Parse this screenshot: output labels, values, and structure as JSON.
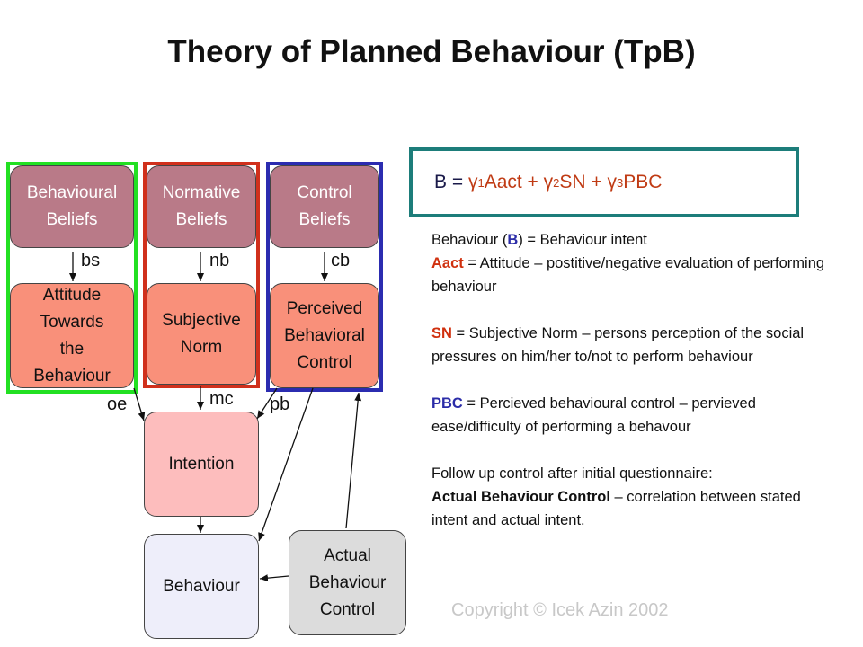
{
  "title": "Theory of Planned Behaviour (TpB)",
  "nodes": {
    "behavioural_beliefs": "Behavioural\nBeliefs",
    "normative_beliefs": "Normative\nBeliefs",
    "control_beliefs": "Control\nBeliefs",
    "attitude": "Attitude\nTowards\nthe\nBehaviour",
    "subjective_norm": "Subjective\nNorm",
    "perceived_control": "Perceived\nBehavioral\nControl",
    "intention": "Intention",
    "behaviour": "Behaviour",
    "actual_control": "Actual\nBehaviour\nControl"
  },
  "edge_labels": {
    "bs": "bs",
    "nb": "nb",
    "cb": "cb",
    "oe": "oe",
    "mc": "mc",
    "pb": "pb"
  },
  "equation": {
    "prefix": "B = ",
    "gamma": "γ",
    "sub1": "1",
    "term1": "Aact + ",
    "sub2": "2",
    "term2": "SN + ",
    "sub3": "3",
    "term3": "PBC"
  },
  "definitions": {
    "b_prefix": "Behaviour (",
    "b_term": "B",
    "b_text": ") = Behaviour intent",
    "aact_term": "Aact",
    "aact_text": " = Attitude – postitive/negative evaluation of performing behaviour",
    "sn_term": "SN",
    "sn_text": " = Subjective Norm – persons perception of the social pressures on him/her to/not to perform behaviour",
    "pbc_term": "PBC",
    "pbc_text": " = Percieved behavioural control – pervieved ease/difficulty of performing a behavour",
    "followup_text": "Follow up control after initial questionnaire:",
    "abc_term": "Actual Behaviour Control",
    "abc_text": " – correlation between stated intent and actual intent."
  },
  "copyright": "Copyright © Icek Azin 2002",
  "colors": {
    "belief_fill": "#b97a88",
    "middle_fill": "#f9907a",
    "intention_fill": "#fdbdbd",
    "behaviour_fill": "#eeeefa",
    "actual_fill": "#dcdcdc",
    "frame_attitude": "#22e022",
    "frame_norm": "#d0301c",
    "frame_control": "#2b2cb0",
    "equation_border": "#1d7d7a",
    "term_red": "#d0300e",
    "term_blue": "#2b2ca8"
  }
}
